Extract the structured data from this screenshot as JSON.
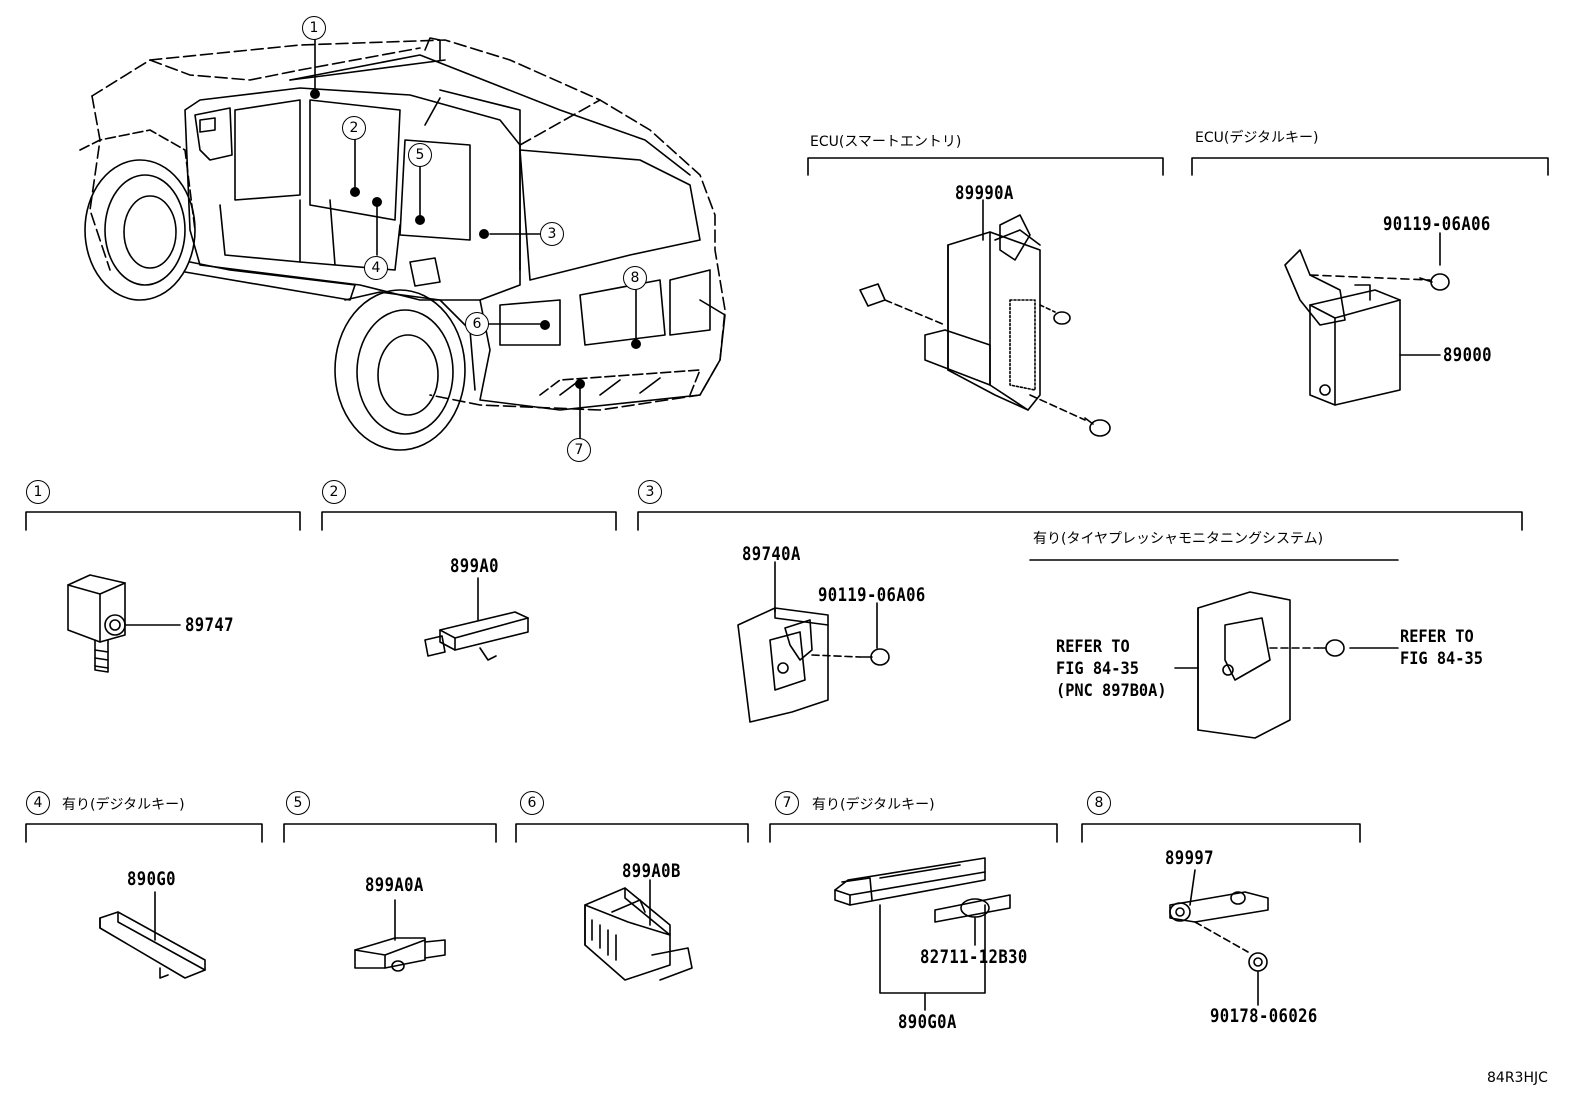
{
  "diagram_code": "84R3HJC",
  "callout_numbers": [
    "1",
    "2",
    "3",
    "4",
    "5",
    "6",
    "7",
    "8"
  ],
  "ecu_groups": {
    "smart_entry": {
      "title": "ECU(スマートエントリ)",
      "part": "89990A"
    },
    "digital_key": {
      "title": "ECU(デジタルキー)",
      "part": "89000",
      "bolt": "90119-06A06"
    }
  },
  "sections": {
    "s1": {
      "number": "1",
      "part": "89747"
    },
    "s2": {
      "number": "2",
      "part": "899A0"
    },
    "s3": {
      "number": "3",
      "part": "89740A",
      "bolt": "90119-06A06",
      "option_title": "有り(タイヤプレッシャモニタニングシステム)",
      "refer_left": [
        "REFER TO",
        "FIG 84-35",
        "(PNC 897B0A)"
      ],
      "refer_right": [
        "REFER TO",
        "FIG 84-35"
      ]
    },
    "s4": {
      "number": "4",
      "title": "有り(デジタルキー)",
      "part": "890G0"
    },
    "s5": {
      "number": "5",
      "part": "899A0A"
    },
    "s6": {
      "number": "6",
      "part": "899A0B"
    },
    "s7": {
      "number": "7",
      "title": "有り(デジタルキー)",
      "part_a": "82711-12B30",
      "part_b": "890G0A"
    },
    "s8": {
      "number": "8",
      "part": "89997",
      "nut": "90178-06026"
    }
  }
}
